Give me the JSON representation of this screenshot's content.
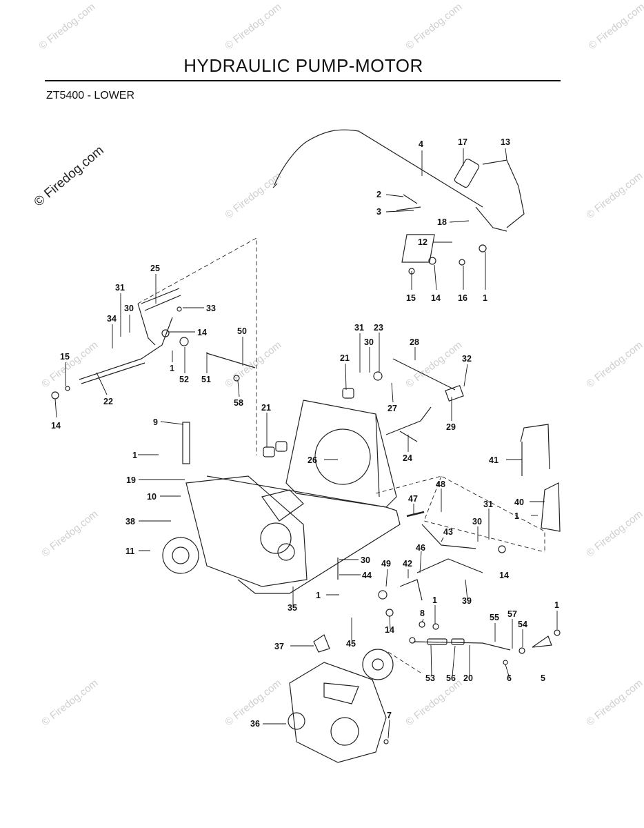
{
  "header": {
    "title": "HYDRAULIC PUMP-MOTOR",
    "subtitle": "ZT5400 - LOWER"
  },
  "watermark": {
    "text": "© Firedog.com"
  },
  "callouts": [
    {
      "id": "c4",
      "label": "4"
    },
    {
      "id": "c17",
      "label": "17"
    },
    {
      "id": "c13",
      "label": "13"
    },
    {
      "id": "c2",
      "label": "2"
    },
    {
      "id": "c3",
      "label": "3"
    },
    {
      "id": "c18",
      "label": "18"
    },
    {
      "id": "c12",
      "label": "12"
    },
    {
      "id": "c15a",
      "label": "15"
    },
    {
      "id": "c14a",
      "label": "14"
    },
    {
      "id": "c16",
      "label": "16"
    },
    {
      "id": "c1a",
      "label": "1"
    },
    {
      "id": "c25",
      "label": "25"
    },
    {
      "id": "c31a",
      "label": "31"
    },
    {
      "id": "c30a",
      "label": "30"
    },
    {
      "id": "c33",
      "label": "33"
    },
    {
      "id": "c34",
      "label": "34"
    },
    {
      "id": "c14b",
      "label": "14"
    },
    {
      "id": "c50",
      "label": "50"
    },
    {
      "id": "c15b",
      "label": "15"
    },
    {
      "id": "c1b",
      "label": "1"
    },
    {
      "id": "c52",
      "label": "52"
    },
    {
      "id": "c51",
      "label": "51"
    },
    {
      "id": "c22",
      "label": "22"
    },
    {
      "id": "c58",
      "label": "58"
    },
    {
      "id": "c14c",
      "label": "14"
    },
    {
      "id": "c31b",
      "label": "31"
    },
    {
      "id": "c23",
      "label": "23"
    },
    {
      "id": "c30b",
      "label": "30"
    },
    {
      "id": "c28",
      "label": "28"
    },
    {
      "id": "c21a",
      "label": "21"
    },
    {
      "id": "c32",
      "label": "32"
    },
    {
      "id": "c27",
      "label": "27"
    },
    {
      "id": "c29",
      "label": "29"
    },
    {
      "id": "c21b",
      "label": "21"
    },
    {
      "id": "c9",
      "label": "9"
    },
    {
      "id": "c24",
      "label": "24"
    },
    {
      "id": "c1c",
      "label": "1"
    },
    {
      "id": "c26",
      "label": "26"
    },
    {
      "id": "c41",
      "label": "41"
    },
    {
      "id": "c19",
      "label": "19"
    },
    {
      "id": "c48",
      "label": "48"
    },
    {
      "id": "c10",
      "label": "10"
    },
    {
      "id": "c47",
      "label": "47"
    },
    {
      "id": "c31c",
      "label": "31"
    },
    {
      "id": "c40",
      "label": "40"
    },
    {
      "id": "c38",
      "label": "38"
    },
    {
      "id": "c30c",
      "label": "30"
    },
    {
      "id": "c1d",
      "label": "1"
    },
    {
      "id": "c43",
      "label": "43"
    },
    {
      "id": "c11",
      "label": "11"
    },
    {
      "id": "c46",
      "label": "46"
    },
    {
      "id": "c14d",
      "label": "14"
    },
    {
      "id": "c30d",
      "label": "30"
    },
    {
      "id": "c49",
      "label": "49"
    },
    {
      "id": "c42",
      "label": "42"
    },
    {
      "id": "c44",
      "label": "44"
    },
    {
      "id": "c39",
      "label": "39"
    },
    {
      "id": "c1e",
      "label": "1"
    },
    {
      "id": "c35",
      "label": "35"
    },
    {
      "id": "c1f",
      "label": "1"
    },
    {
      "id": "c8",
      "label": "8"
    },
    {
      "id": "c1g",
      "label": "1"
    },
    {
      "id": "c55",
      "label": "55"
    },
    {
      "id": "c57",
      "label": "57"
    },
    {
      "id": "c54",
      "label": "54"
    },
    {
      "id": "c14e",
      "label": "14"
    },
    {
      "id": "c37",
      "label": "37"
    },
    {
      "id": "c45",
      "label": "45"
    },
    {
      "id": "c53",
      "label": "53"
    },
    {
      "id": "c56",
      "label": "56"
    },
    {
      "id": "c20",
      "label": "20"
    },
    {
      "id": "c6",
      "label": "6"
    },
    {
      "id": "c5",
      "label": "5"
    },
    {
      "id": "c7",
      "label": "7"
    },
    {
      "id": "c36",
      "label": "36"
    }
  ]
}
